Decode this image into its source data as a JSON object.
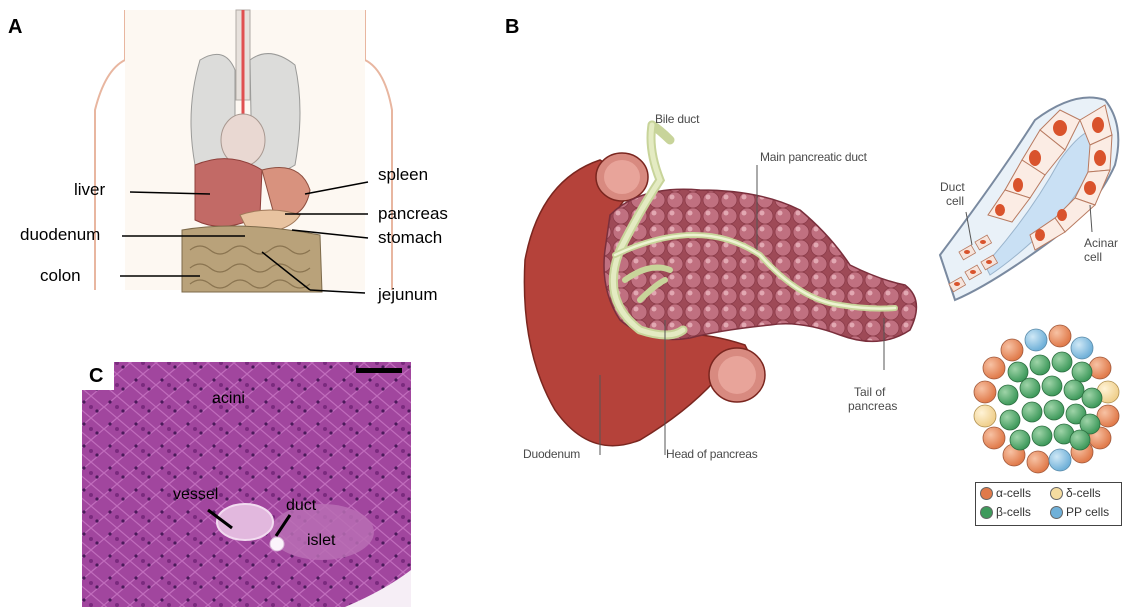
{
  "panels": {
    "A": {
      "letter": "A",
      "labels": {
        "liver": "liver",
        "duodenum": "duodenum",
        "colon": "colon",
        "spleen": "spleen",
        "pancreas": "pancreas",
        "stomach": "stomach",
        "jejunum": "jejunum"
      }
    },
    "B": {
      "letter": "B",
      "labels": {
        "bile_duct": "Bile duct",
        "main_pancreatic_duct": "Main pancreatic duct",
        "duct_cell_line1": "Duct",
        "duct_cell_line2": "cell",
        "acinar_cell_line1": "Acinar",
        "acinar_cell_line2": "cell",
        "tail_line1": "Tail of",
        "tail_line2": "pancreas",
        "duodenum": "Duodenum",
        "head_of_pancreas": "Head of pancreas"
      },
      "legend": {
        "alpha": "α-cells",
        "delta": "δ-cells",
        "beta": "β-cells",
        "pp": "PP cells"
      },
      "colors": {
        "alpha": "#e07a4a",
        "delta": "#f5dca0",
        "beta": "#3f9a5c",
        "pp": "#6fb0d8",
        "duodenum": "#b5423a",
        "pancreas": "#b8616d",
        "duct": "#dfe8b4"
      }
    },
    "C": {
      "letter": "C",
      "labels": {
        "acini": "acini",
        "vessel": "vessel",
        "duct": "duct",
        "islet": "islet"
      },
      "colors": {
        "tissue": "#a1469e"
      }
    }
  }
}
